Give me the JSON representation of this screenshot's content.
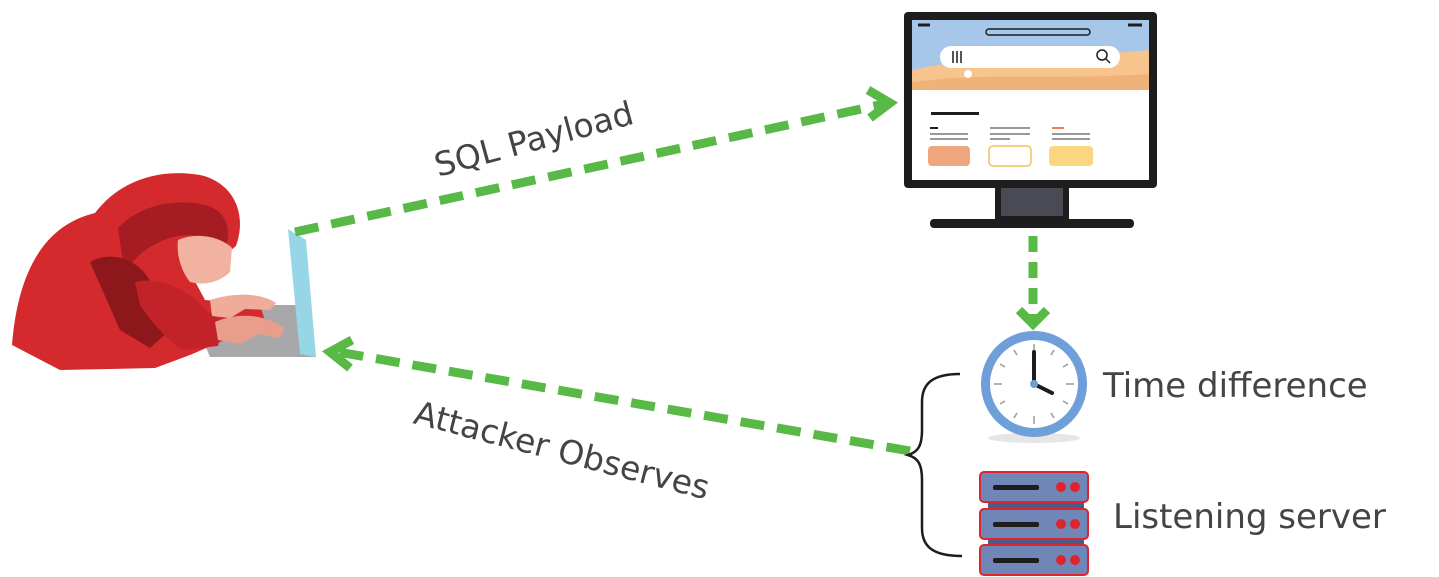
{
  "labels": {
    "payload": "SQL Payload",
    "observes": "Attacker Observes",
    "time": "Time difference",
    "server": "Listening server"
  },
  "colors": {
    "arrow": "#58b947",
    "hood": "#d42a2d",
    "screen_frame": "#1d1d1d",
    "clock_ring": "#6f9fd8",
    "server_body": "#6f86b7",
    "server_led": "#e0232c"
  },
  "icons": {
    "attacker": "hooded-hacker-icon",
    "laptop": "laptop-icon",
    "website": "monitor-website-icon",
    "clock": "clock-icon",
    "server": "server-rack-icon",
    "brace": "curly-brace"
  }
}
